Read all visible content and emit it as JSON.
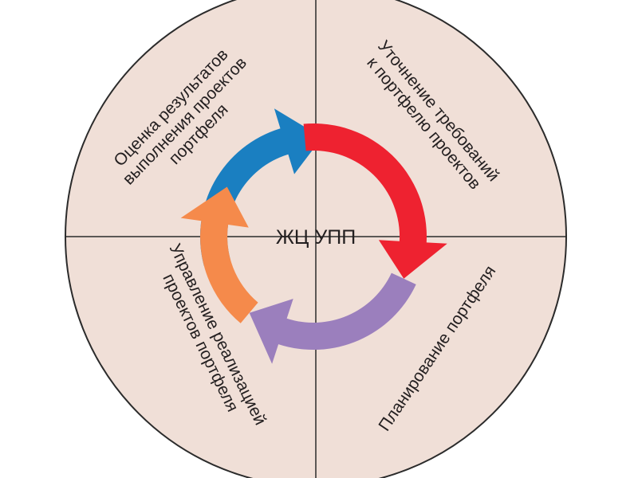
{
  "diagram": {
    "center_label": "ЖЦ УПП",
    "colors": {
      "disc_fill": "#f0dfd7",
      "outline": "#2b2b2b",
      "blue": "#1a7fc1",
      "red": "#ee2230",
      "purple": "#9b7fbd",
      "orange": "#f58a4b"
    },
    "quadrants": [
      {
        "position": "top-left",
        "lines": [
          "Оценка результатов",
          "выполнения проектов",
          "портфеля"
        ]
      },
      {
        "position": "top-right",
        "lines": [
          "Уточнение требований",
          "к портфелю проектов"
        ]
      },
      {
        "position": "bottom-right",
        "lines": [
          "Планирование портфеля"
        ]
      },
      {
        "position": "bottom-left",
        "lines": [
          "Управление реализацией",
          "проектов портфеля"
        ]
      }
    ],
    "cycle_arrows": [
      {
        "name": "blue-arrow",
        "color_key": "blue"
      },
      {
        "name": "red-arrow",
        "color_key": "red"
      },
      {
        "name": "purple-arrow",
        "color_key": "purple"
      },
      {
        "name": "orange-arrow",
        "color_key": "orange"
      }
    ]
  }
}
